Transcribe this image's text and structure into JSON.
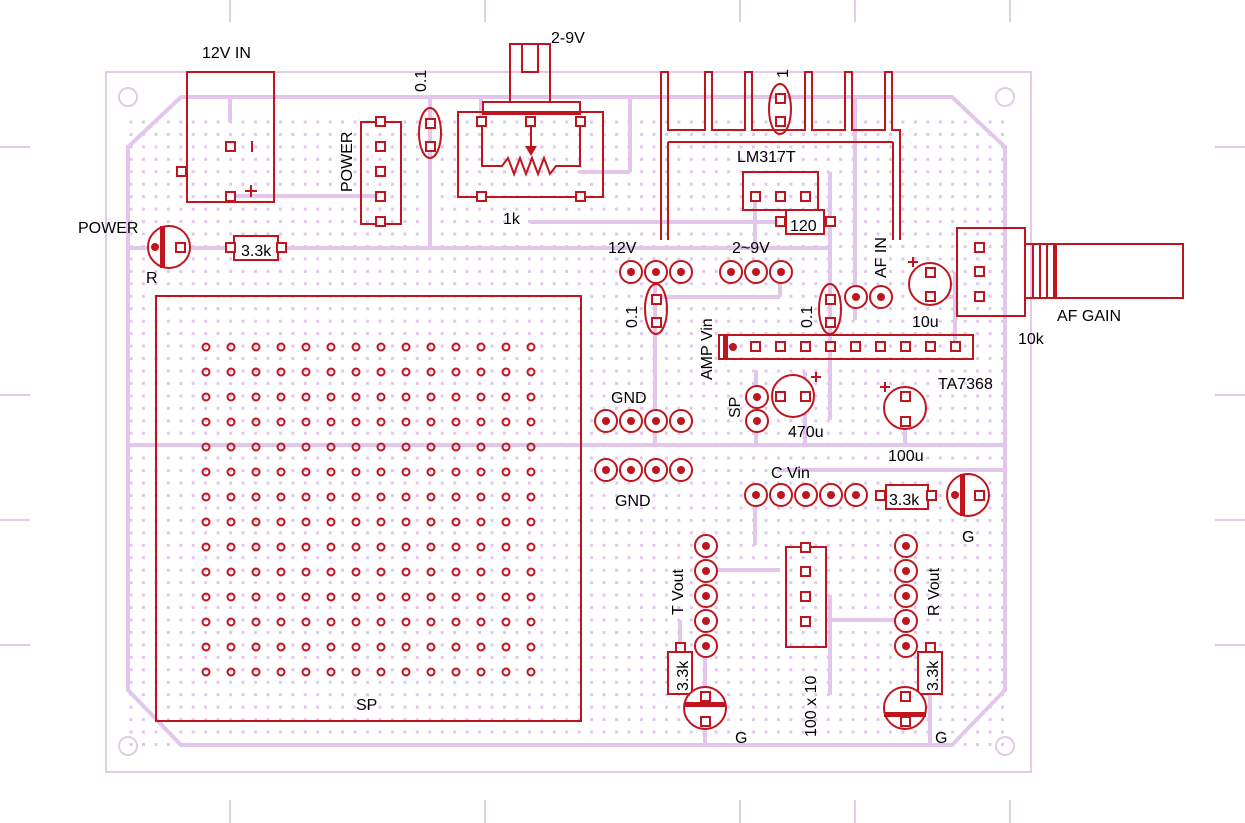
{
  "colors": {
    "board_outline": "#e0cce6",
    "trace": "#e2c6ec",
    "hole": "#8a1622",
    "part": "#c0141e",
    "label": "#000000"
  },
  "labels": {
    "dc_jack": "12V IN",
    "adj_out": "2-9V",
    "cap_01_top": "0.1",
    "cap_1_top": "1",
    "power_header": "POWER",
    "pot_value": "1k",
    "regulator": "LM317T",
    "res_120": "120",
    "power_led": "POWER",
    "led_r": "R",
    "res_power_led": "3.3k",
    "h12v": "12V",
    "h2_9v": "2~9V",
    "af_in": "AF IN",
    "cap_10u_value": "10u",
    "af_gain": "AF GAIN",
    "af_gain_value": "10k",
    "cap_01_left": "0.1",
    "amp_vin": "AMP Vin",
    "cap_01_right": "0.1",
    "ic": "TA7368",
    "sp_header": "SP",
    "cap_470u": "470u",
    "cap_100u": "100u",
    "gnd_top": "GND",
    "gnd_bottom": "GND",
    "c_vin": "C Vin",
    "res_c": "3.3k",
    "led_g_right": "G",
    "t_vout": "T Vout",
    "r_vout": "R Vout",
    "resnet": "100 x 10",
    "res_t": "3.3k",
    "res_r": "3.3k",
    "led_g_t": "G",
    "led_g_r": "G",
    "sp_area": "SP",
    "plus": "+"
  }
}
